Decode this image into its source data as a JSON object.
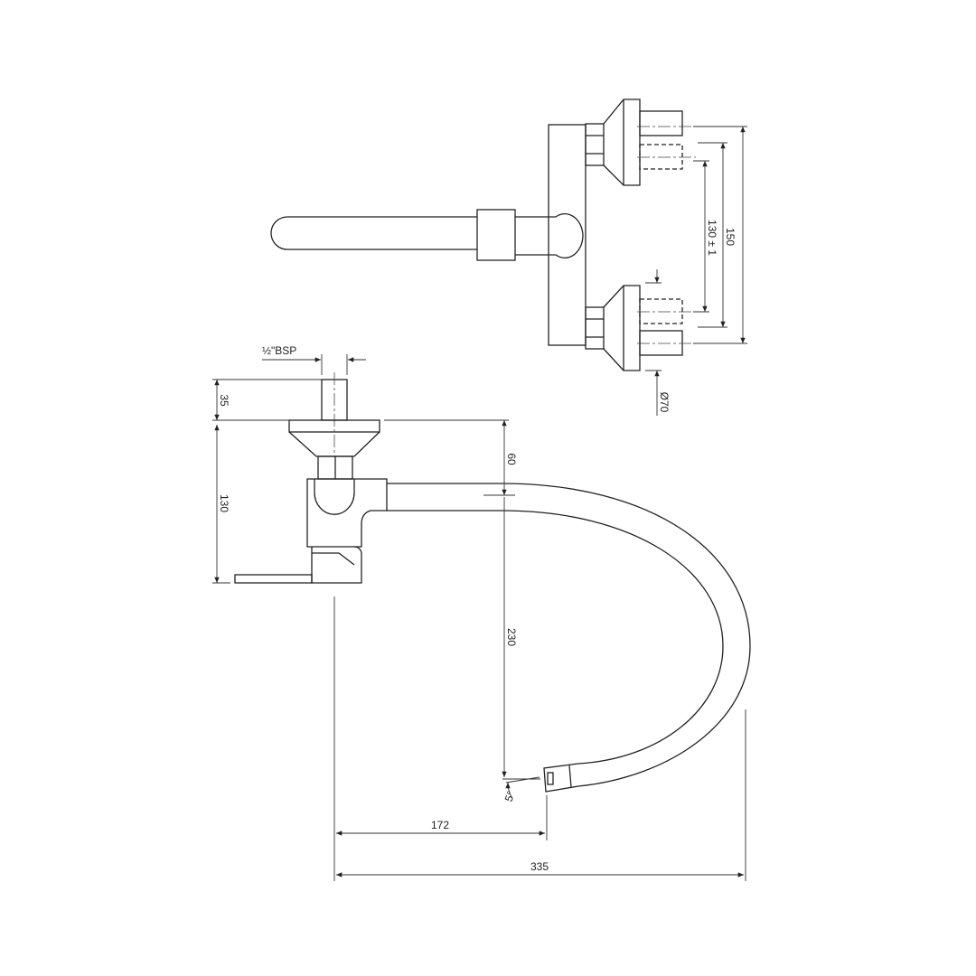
{
  "dimensions": {
    "bsp": "½\"BSP",
    "d35": "35",
    "d130_side": "130",
    "d60": "60",
    "d230": "230",
    "d172": "172",
    "d335": "335",
    "angle": "5°",
    "d130_tol": "130 ± 1",
    "d150": "150",
    "dia70": "Ø70"
  },
  "colors": {
    "line": "#222222",
    "background": "#ffffff"
  }
}
